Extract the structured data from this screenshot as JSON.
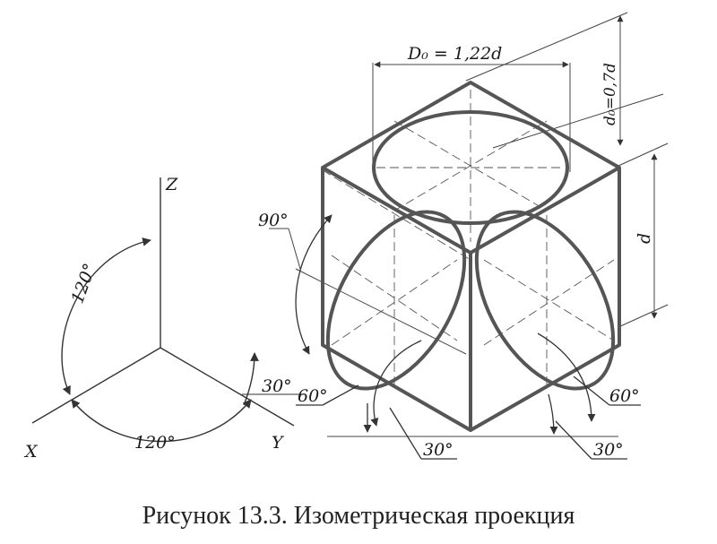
{
  "axes_diagram": {
    "axis_z": "Z",
    "axis_x": "X",
    "axis_y": "Y",
    "angle_left": "120°",
    "angle_bottom": "120°",
    "angle_right": "30°"
  },
  "cube_diagram": {
    "dim_outer_diameter": "D₀ = 1,22d",
    "dim_inner_diameter": "d₀=0,7d",
    "dim_edge": "d",
    "angle_90": "90°",
    "angle_60_left": "60°",
    "angle_60_right": "60°",
    "angle_30_left": "30°",
    "angle_30_right": "30°"
  },
  "caption": "Рисунок 13.3. Изометрическая проекция",
  "colors": {
    "line": "#333333",
    "thick_line": "#555555",
    "background": "#ffffff"
  }
}
